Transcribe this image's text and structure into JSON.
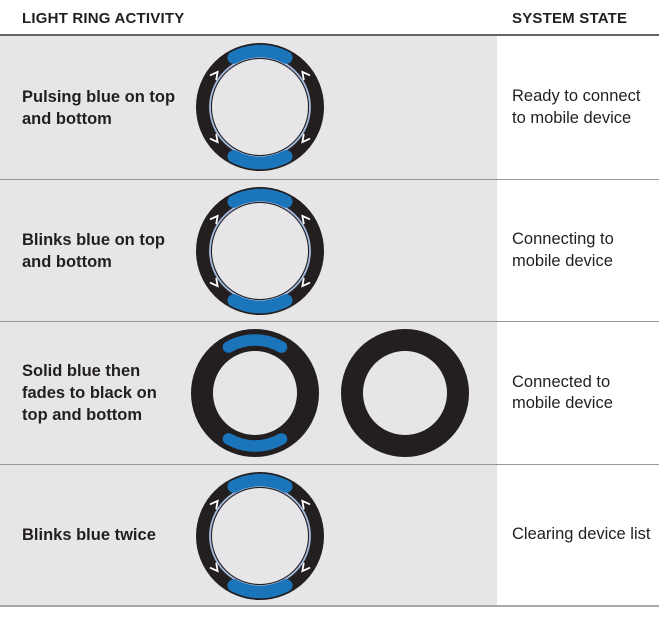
{
  "title": "Light ring activity and system state table",
  "header": {
    "activity_label": "LIGHT RING ACTIVITY",
    "state_label": "SYSTEM STATE"
  },
  "rows": [
    {
      "activity": "Pulsing blue on top\nand bottom",
      "state": "Ready to connect\nto mobile device",
      "rings": [
        "arcs_arrows"
      ]
    },
    {
      "activity": "Blinks blue on top\nand bottom",
      "state": "Connecting to\nmobile device",
      "rings": [
        "arcs_arrows"
      ]
    },
    {
      "activity": "Solid blue then\nfades to black on\ntop and bottom",
      "state": "Connected to\nmobile device",
      "rings": [
        "arcs_solid",
        "black"
      ]
    },
    {
      "activity": "Blinks blue twice",
      "state": "Clearing device list",
      "rings": [
        "arcs_arrows"
      ]
    }
  ],
  "ring_legend": {
    "arcs_arrows": "black ring, blue arc top and bottom, white pulse arrows, thin light-blue inner circle",
    "arcs_solid": "thick black ring with solid blue arc segments top and bottom",
    "black": "solid black ring (fully faded)"
  },
  "colors": {
    "ink": "#231f20",
    "blue": "#1b75bb",
    "light_blue": "#a7bcdf",
    "panel_gray": "#e6e6e8",
    "row_divider": "#97989a",
    "header_rule": "#636466",
    "bottom_rule": "#a7a8aa",
    "arrow_white": "#ffffff"
  }
}
